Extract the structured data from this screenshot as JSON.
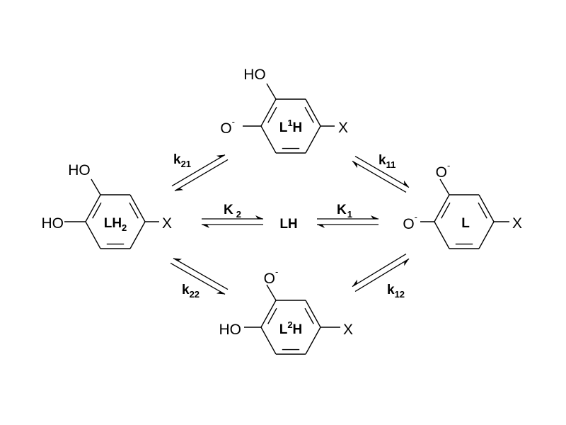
{
  "species": {
    "LH2": {
      "label": "LH",
      "label_sub": "2",
      "top": "HO",
      "left": "HO",
      "right": "X"
    },
    "L1H": {
      "label_a": "L",
      "label_sup": "1",
      "label_b": "H",
      "top": "HO",
      "left": "O",
      "left_charge": "-",
      "right": "X"
    },
    "L2H": {
      "label_a": "L",
      "label_sup": "2",
      "label_b": "H",
      "top": "O",
      "top_charge": "-",
      "left": "HO",
      "right": "X"
    },
    "L": {
      "label": "L",
      "top": "O",
      "top_charge": "-",
      "left": "O",
      "left_charge": "-",
      "right": "X"
    },
    "LH": {
      "label": "LH"
    }
  },
  "equilibria": {
    "K2": {
      "main": "K",
      "sub": "2"
    },
    "K1": {
      "main": "K",
      "sub": "1"
    },
    "k21": {
      "main": "k",
      "sub": "21"
    },
    "k11": {
      "main": "k",
      "sub": "11"
    },
    "k22": {
      "main": "k",
      "sub": "22"
    },
    "k12": {
      "main": "k",
      "sub": "12"
    }
  },
  "colors": {
    "ink": "#000000",
    "background": "#ffffff"
  }
}
